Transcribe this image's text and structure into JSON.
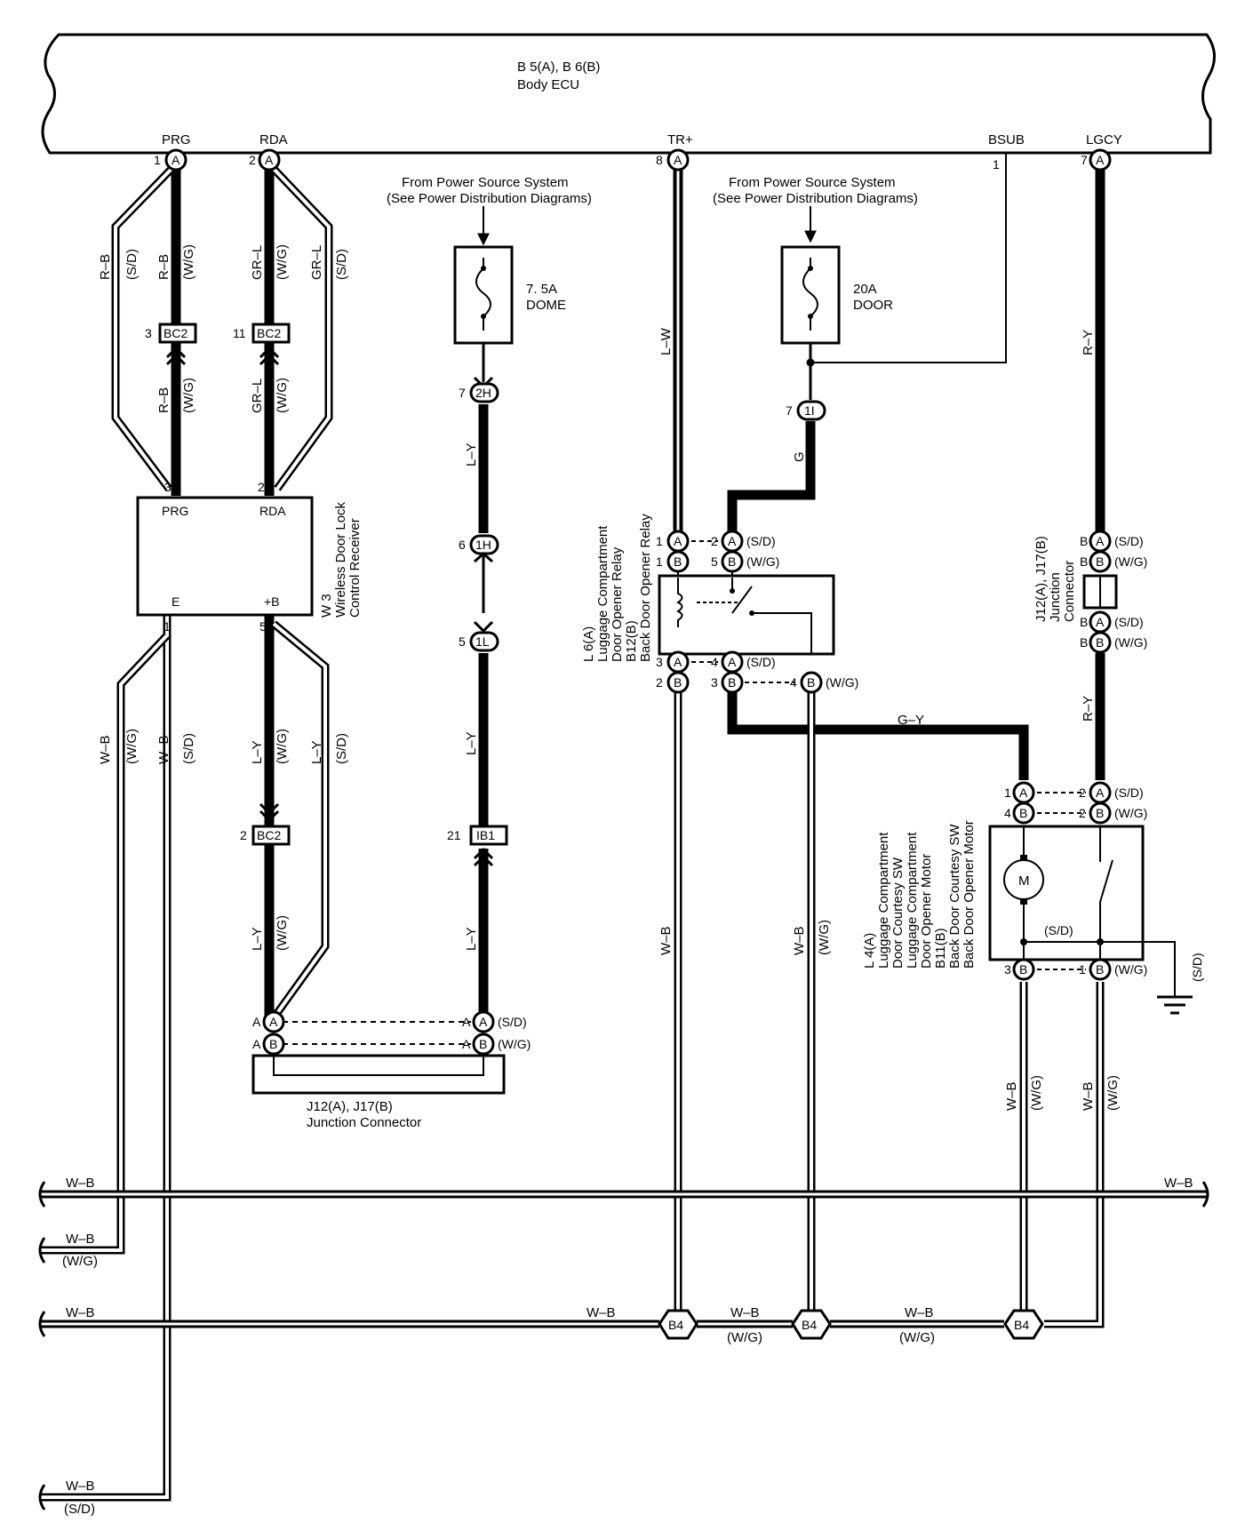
{
  "ecu": {
    "title1": "B 5(A), B 6(B)",
    "title2": "Body ECU"
  },
  "ecu_terminals": {
    "prg": "PRG",
    "rda": "RDA",
    "tr": "TR+",
    "bsub": "BSUB",
    "lgcy": "LGCY"
  },
  "ecu_pins": {
    "prg": "1",
    "rda": "2",
    "tr": "8",
    "bsub": "1",
    "lgcy": "7"
  },
  "connector_letters": {
    "a": "A",
    "b": "B"
  },
  "wire_labels": {
    "rb": "R–B",
    "sd": "(S/D)",
    "wg": "(W/G)",
    "grl": "GR–L",
    "lw": "L–W",
    "ry": "R–Y",
    "ly": "L–Y",
    "g": "G",
    "gy": "G–Y",
    "wb": "W–B"
  },
  "power_source": {
    "line1": "From Power Source System",
    "line2": "(See Power Distribution Diagrams)"
  },
  "fuses": {
    "dome_amp": "7. 5A",
    "dome_name": "DOME",
    "door_amp": "20A",
    "door_name": "DOOR"
  },
  "connectors": {
    "bc2": "BC2",
    "c2h": "2H",
    "c1h": "1H",
    "c1l": "1L",
    "c1i": "1I",
    "ib1": "IB1",
    "b4": "B4"
  },
  "pins": {
    "bc2_prg": "3",
    "bc2_rda": "11",
    "bc2_low": "2",
    "c2h": "7",
    "c1h": "6",
    "c1l": "5",
    "c1i": "7",
    "ib1": "21",
    "recv_prg": "3",
    "recv_rda": "2",
    "recv_e": "1",
    "recv_b": "5",
    "relay_1": "1",
    "relay_2": "2",
    "relay_3": "3",
    "relay_4": "4",
    "relay_5": "5",
    "motor_1": "1",
    "motor_2": "2",
    "motor_3": "3",
    "motor_4": "4"
  },
  "receiver": {
    "prg": "PRG",
    "rda": "RDA",
    "e": "E",
    "b": "+B",
    "l1": "W 3",
    "l2": "Wireless Door Lock",
    "l3": "Control Receiver"
  },
  "relay": {
    "l1": "L 6(A)",
    "l2": "Luggage Compartment",
    "l3": "Door Opener Relay",
    "l4": "B12(B)",
    "l5": "Back Door Opener Relay"
  },
  "motor": {
    "symbol": "M",
    "sd": "(S/D)",
    "l1": "L 4(A)",
    "l2": "Luggage Compartment",
    "l3": "Door Courtesy SW",
    "l4": "Luggage Compartment",
    "l5": "Door Opener Motor",
    "l6": "B11(B)",
    "l7": "Back Door Courtesy SW",
    "l8": "Back Door Opener Motor"
  },
  "junction": {
    "bottom_l1": "J12(A), J17(B)",
    "bottom_l2": "Junction Connector",
    "side_l1": "J12(A), J17(B)",
    "side_l2": "Junction",
    "side_l3": "Connector"
  }
}
